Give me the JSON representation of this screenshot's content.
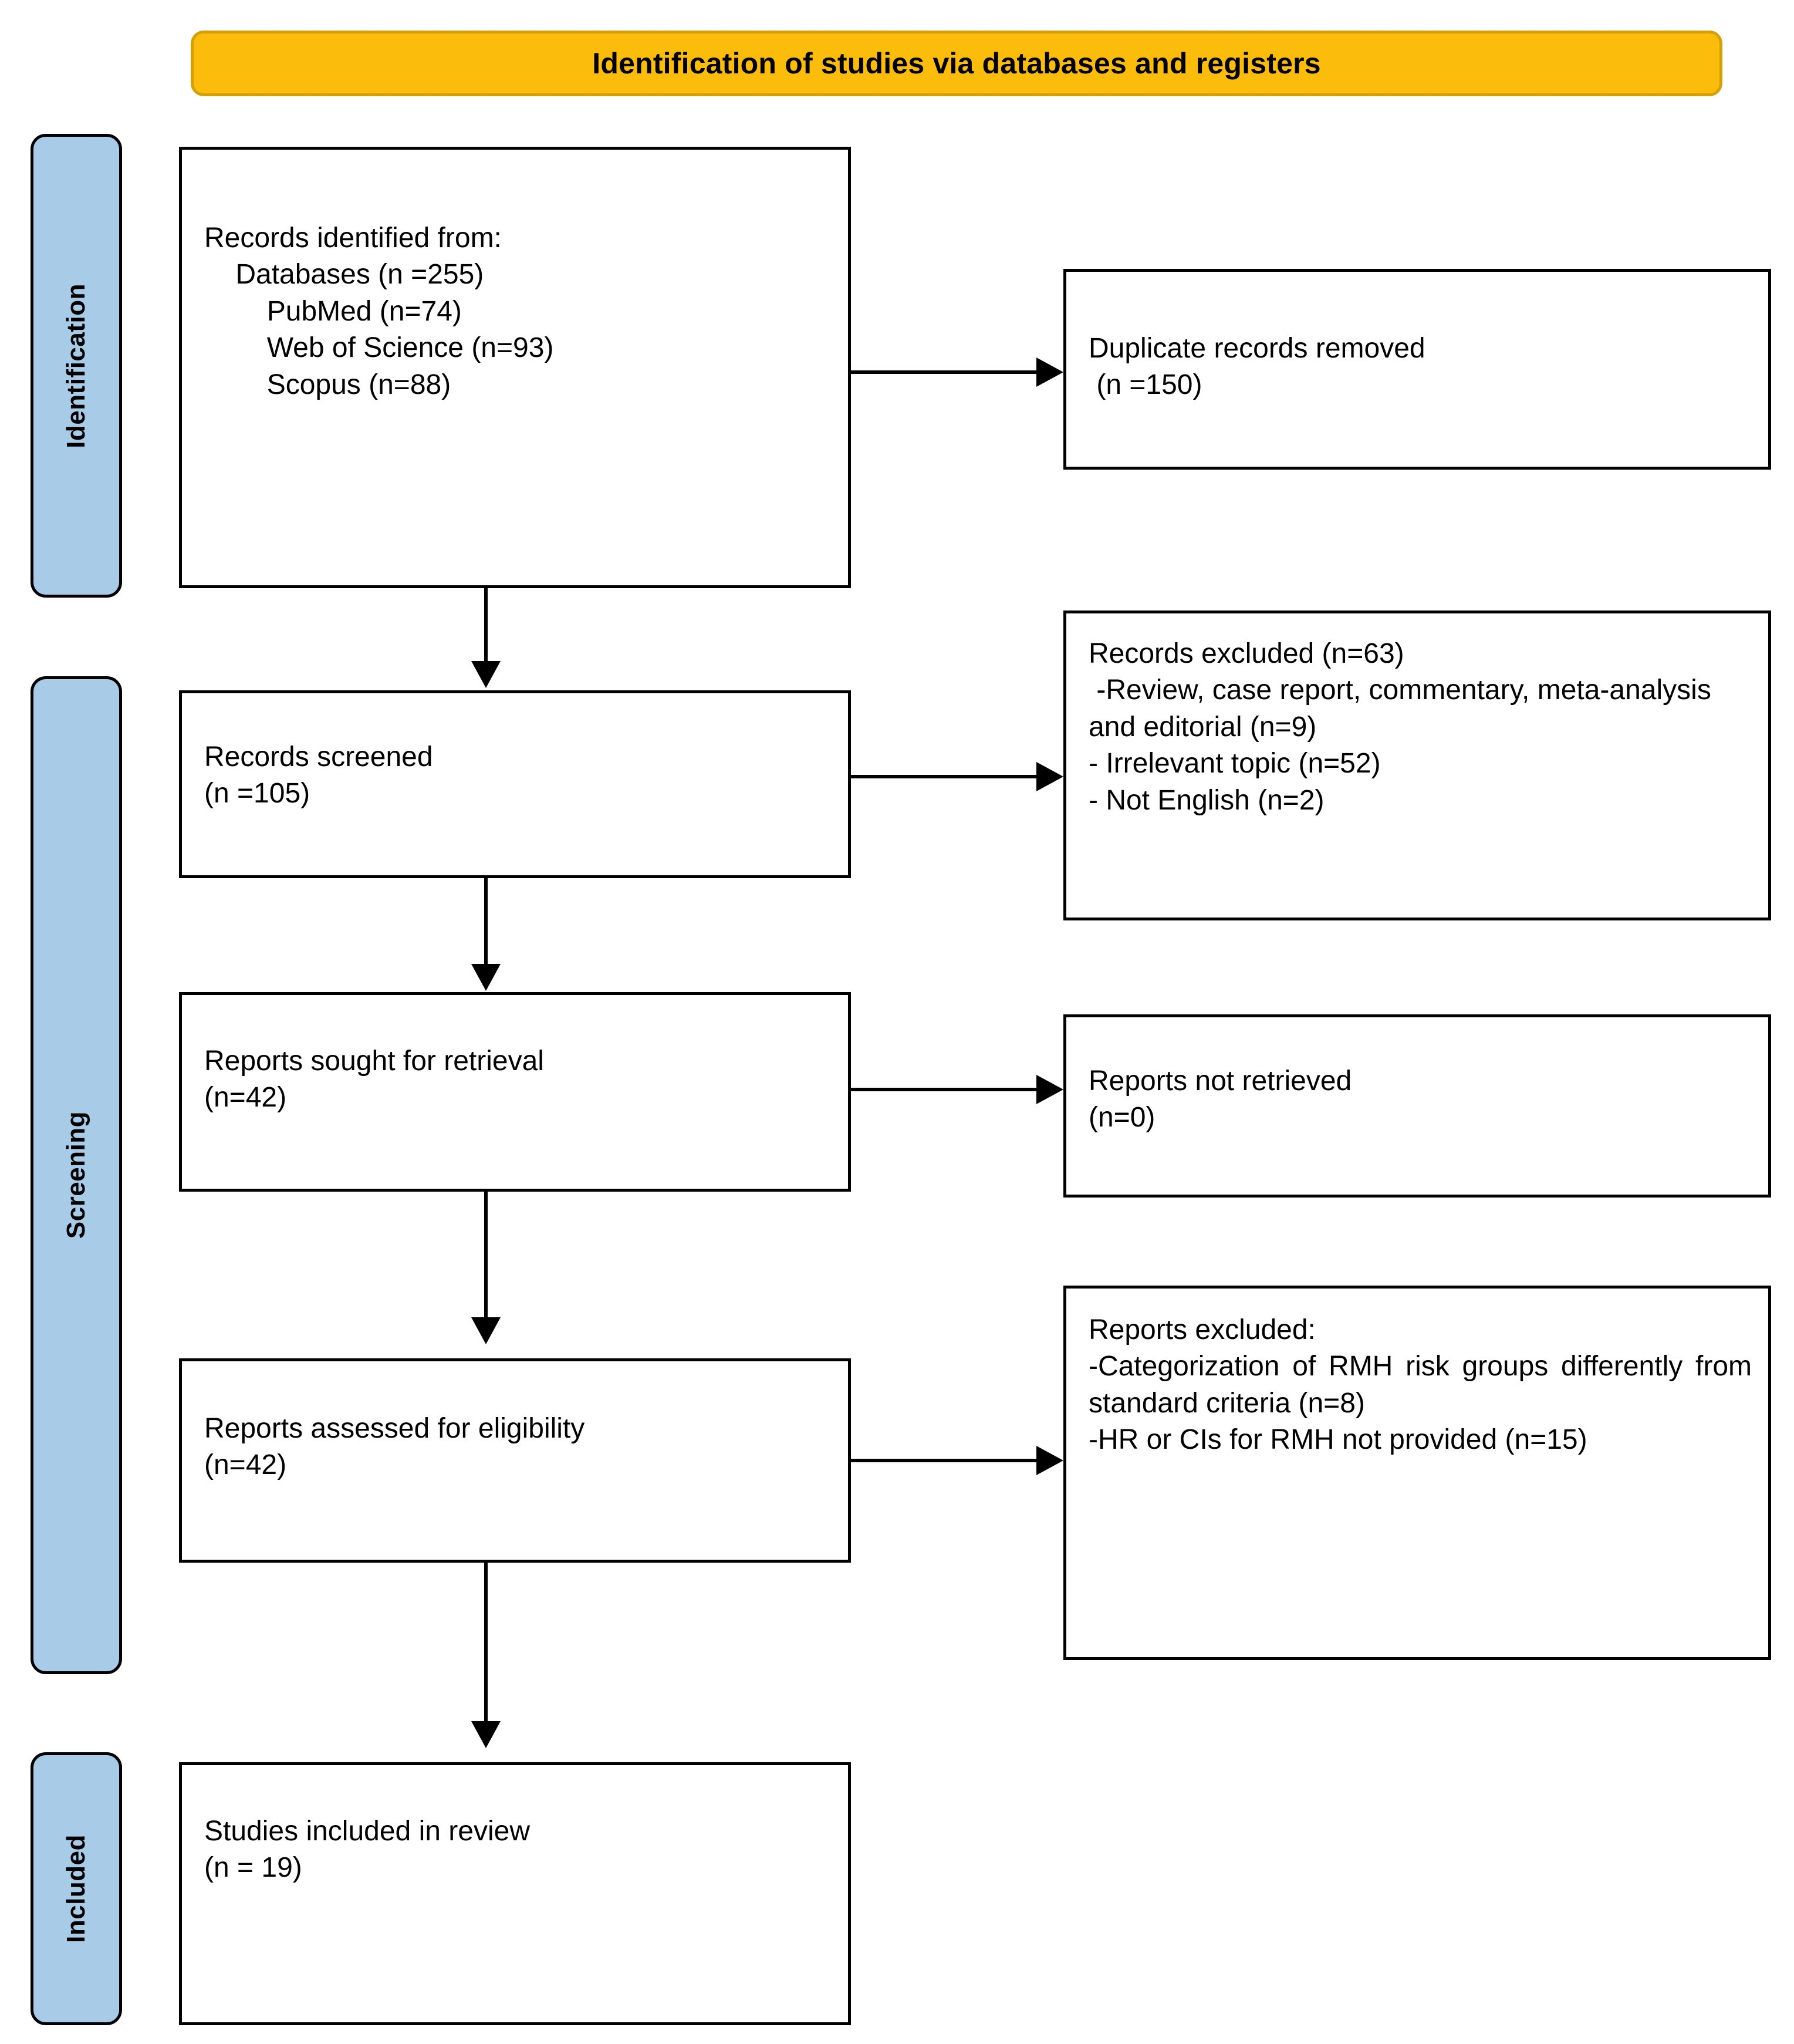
{
  "banner": {
    "title": "Identification of studies via databases and registers",
    "fill": "#FBBC0B",
    "border": "#D4A00A"
  },
  "bands": {
    "fill": "#A8CBE8",
    "identification": "Identification",
    "screening": "Screening",
    "included": "Included"
  },
  "boxes": {
    "records_identified": "Records identified from:\n    Databases (n =255)\n        PubMed (n=74)\n        Web of Science (n=93)\n        Scopus (n=88)",
    "duplicates_removed": "Duplicate records removed\n (n =150)",
    "records_screened": "Records screened\n(n =105)",
    "records_excluded": "Records excluded (n=63)\n -Review, case report, commentary, meta-analysis and editorial (n=9)\n- Irrelevant topic (n=52)\n- Not English (n=2)",
    "reports_sought": "Reports sought for retrieval\n(n=42)",
    "reports_not_retrieved": "Reports not retrieved\n(n=0)",
    "reports_assessed": "Reports assessed for eligibility\n(n=42)",
    "reports_excluded": "Reports excluded:\n-Categorization of RMH risk groups differently from standard criteria (n=8)\n-HR or CIs for RMH not provided (n=15)",
    "studies_included": "Studies included in review\n(n = 19)"
  }
}
